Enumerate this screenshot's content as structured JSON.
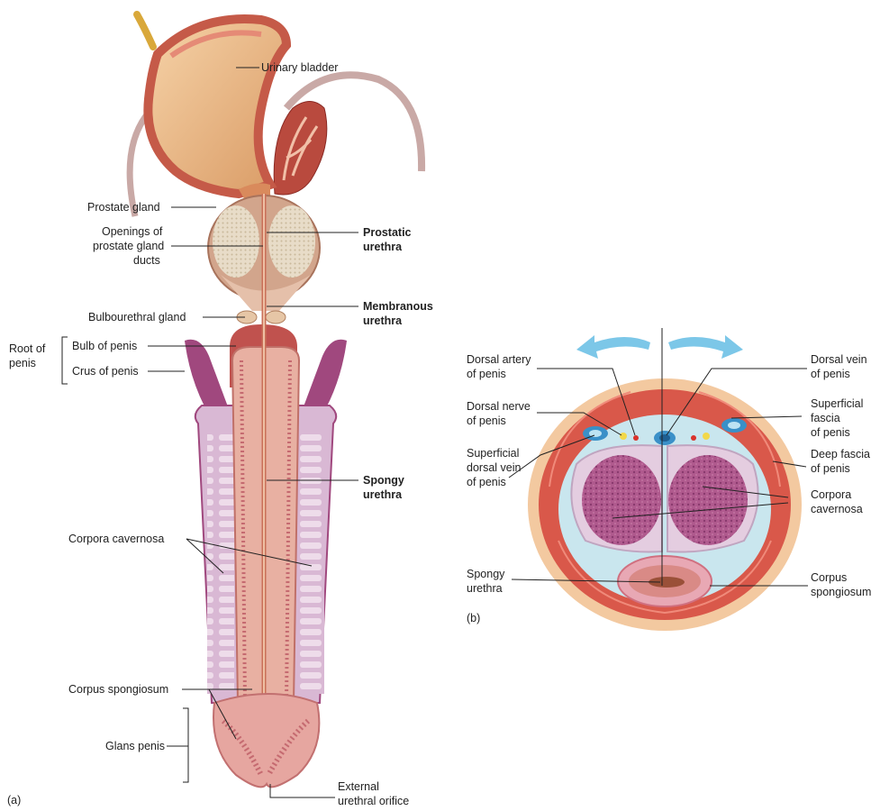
{
  "panel_a": {
    "tag": "(a)",
    "labels": {
      "urinary_bladder": "Urinary bladder",
      "prostate_gland": "Prostate gland",
      "openings_1": "Openings of",
      "openings_2": "prostate gland",
      "openings_3": "ducts",
      "prostatic_1": "Prostatic",
      "prostatic_2": "urethra",
      "membranous_1": "Membranous",
      "membranous_2": "urethra",
      "bulbourethral": "Bulbourethral gland",
      "root_1": "Root of",
      "root_2": "penis",
      "bulb": "Bulb of penis",
      "crus": "Crus of penis",
      "spongy_1": "Spongy",
      "spongy_2": "urethra",
      "corpora_cavernosa": "Corpora cavernosa",
      "corpus_spongiosum": "Corpus spongiosum",
      "glans": "Glans penis",
      "external_1": "External",
      "external_2": "urethral orifice"
    }
  },
  "panel_b": {
    "tag": "(b)",
    "labels": {
      "dorsal_artery_1": "Dorsal artery",
      "dorsal_artery_2": "of penis",
      "dorsal_nerve_1": "Dorsal nerve",
      "dorsal_nerve_2": "of penis",
      "superficial_dorsal_vein_1": "Superficial",
      "superficial_dorsal_vein_2": "dorsal vein",
      "superficial_dorsal_vein_3": "of penis",
      "dorsal_vein_1": "Dorsal vein",
      "dorsal_vein_2": "of penis",
      "superficial_fascia_1": "Superficial",
      "superficial_fascia_2": "fascia",
      "superficial_fascia_3": "of penis",
      "deep_fascia_1": "Deep fascia",
      "deep_fascia_2": "of penis",
      "corpora_cavernosa_1": "Corpora",
      "corpora_cavernosa_2": "cavernosa",
      "spongy_urethra_1": "Spongy",
      "spongy_urethra_2": "urethra",
      "corpus_spongiosum_1": "Corpus",
      "corpus_spongiosum_2": "spongiosum"
    }
  },
  "colors": {
    "skin": "#f3c9a0",
    "muscle_red": "#d9584a",
    "cavernosa_purple": "#a0487e",
    "cavernosa_light": "#e4cde0",
    "spongiosum_pink": "#d98a86",
    "bladder": "#e89e7c",
    "arrow_blue": "#7cc7e8"
  }
}
